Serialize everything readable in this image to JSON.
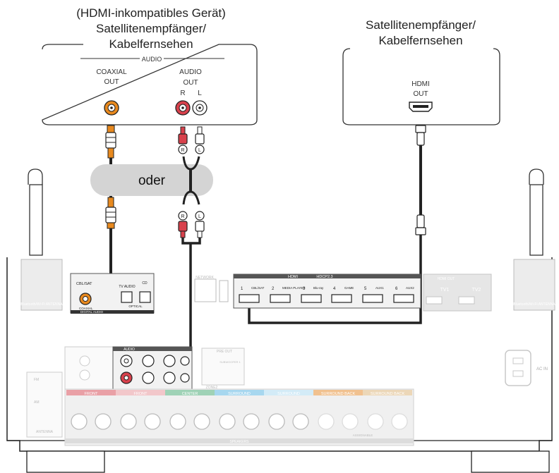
{
  "left_device": {
    "title_line1": "(HDMI-inkompatibles Gerät)",
    "title_line2": "Satellitenempfänger/",
    "title_line3": "Kabelfernsehen",
    "audio_label": "AUDIO",
    "coaxial_label_1": "COAXIAL",
    "coaxial_label_2": "OUT",
    "audio_out_label_1": "AUDIO",
    "audio_out_label_2": "OUT",
    "r_label": "R",
    "l_label": "L"
  },
  "right_device": {
    "title_line1": "Satellitenempfänger/",
    "title_line2": "Kabelfernsehen",
    "hdmi_label": "HDMI",
    "out_label": "OUT"
  },
  "oder_label": "oder",
  "receiver": {
    "antenna_label": "Bluetooth/Wi-Fi ANTENNA",
    "cbl_sat": "CBL/SAT",
    "coaxial": "COAXIAL",
    "tv_audio": "TV AUDIO",
    "cd": "CD",
    "optical": "OPTICAL",
    "digital_audio": "DIGITAL AUDIO",
    "network": "NETWORK",
    "hdmi_in": "HDMI",
    "hdcp": "HDCP2.3",
    "hdmi_in_labels": [
      "CBL/SAT",
      "MEDIA PLAYER",
      "Blu-ray",
      "GAME",
      "AUX1",
      "AUX2"
    ],
    "hdmi_in_numbers": [
      "1",
      "2",
      "3",
      "4",
      "5",
      "6"
    ],
    "hdmi_out": "HDMI OUT",
    "tv1": "TV1",
    "tv2": "TV2",
    "audio_in": "AUDIO",
    "pre_out": "PRE OUT",
    "subwoofer": "SUBWOOFER 1",
    "zone2": "ZONE2",
    "fm": "FM",
    "am": "AM",
    "antenna": "ANTENNA",
    "ac_in": "AC IN",
    "speakers": "SPEAKERS",
    "assignable": "ASSIGNABLE",
    "speaker_groups": [
      "FRONT",
      "FRONT",
      "CENTER",
      "SURROUND",
      "SURROUND",
      "SURROUND BACK",
      "SURROUND BACK"
    ],
    "plug_r": "R",
    "plug_l": "L"
  },
  "colors": {
    "coax_orange": "#e8891e",
    "front_red": "#d8414c",
    "center_green": "#4aa97a",
    "surround_blue": "#58b3e0",
    "surround_back_orange": "#e6892e",
    "surround_back_tan": "#d9b078"
  }
}
